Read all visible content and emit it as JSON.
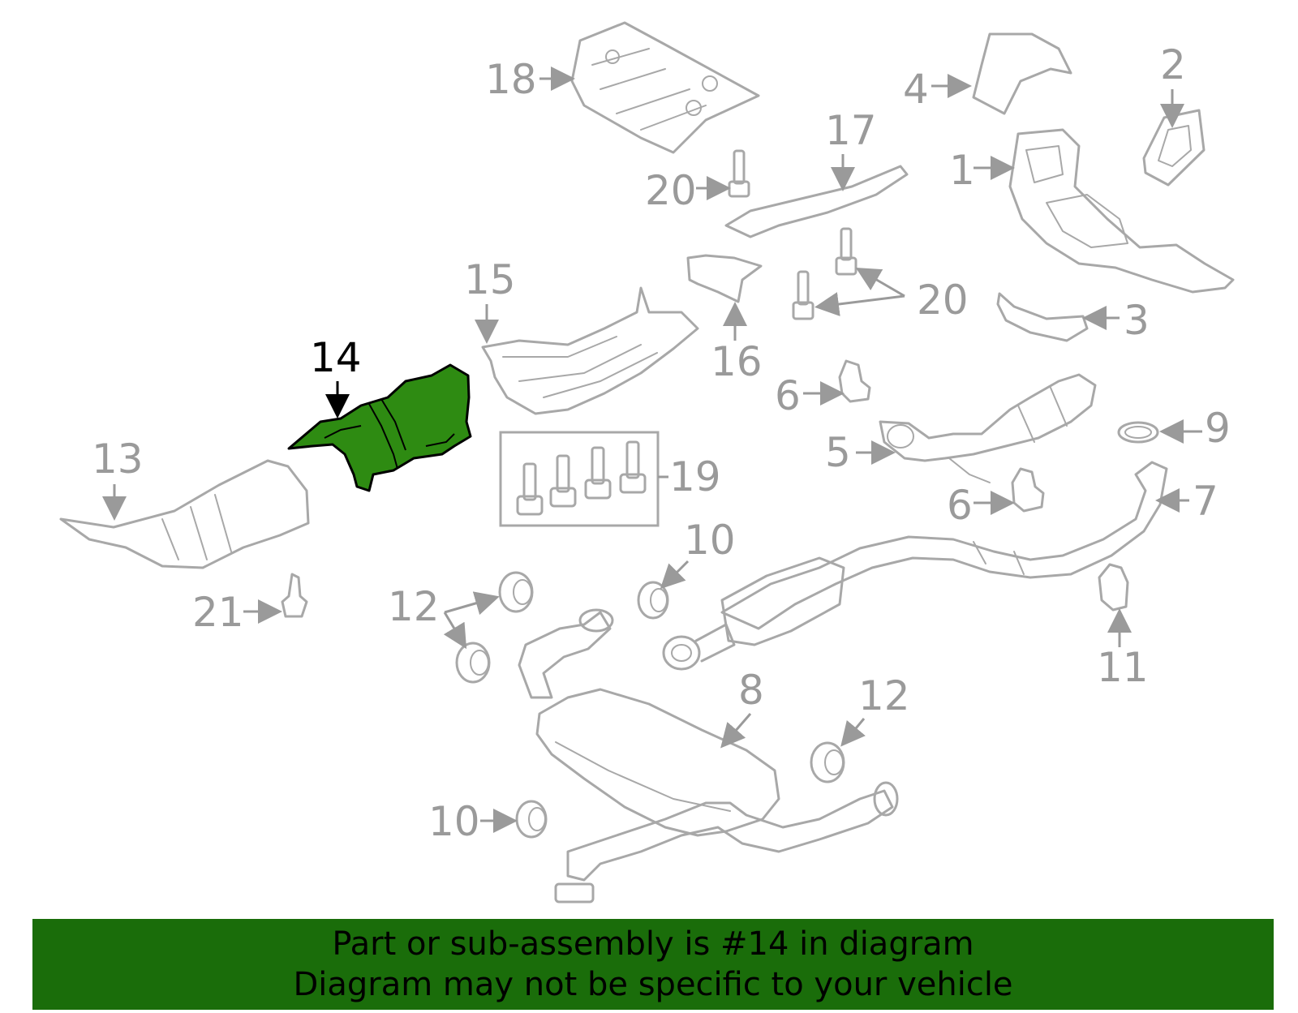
{
  "diagram": {
    "highlighted_part": "14",
    "callouts": [
      "1",
      "2",
      "3",
      "4",
      "5",
      "6",
      "6",
      "7",
      "8",
      "9",
      "10",
      "10",
      "11",
      "12",
      "12",
      "13",
      "14",
      "15",
      "16",
      "17",
      "18",
      "19",
      "20",
      "20",
      "21"
    ]
  },
  "banner": {
    "line1": "Part or sub-assembly is #14 in diagram",
    "line2": "Diagram may not be specific to your vehicle",
    "background_color": "#1a6d0a",
    "highlight_color": "#2e8b12"
  }
}
